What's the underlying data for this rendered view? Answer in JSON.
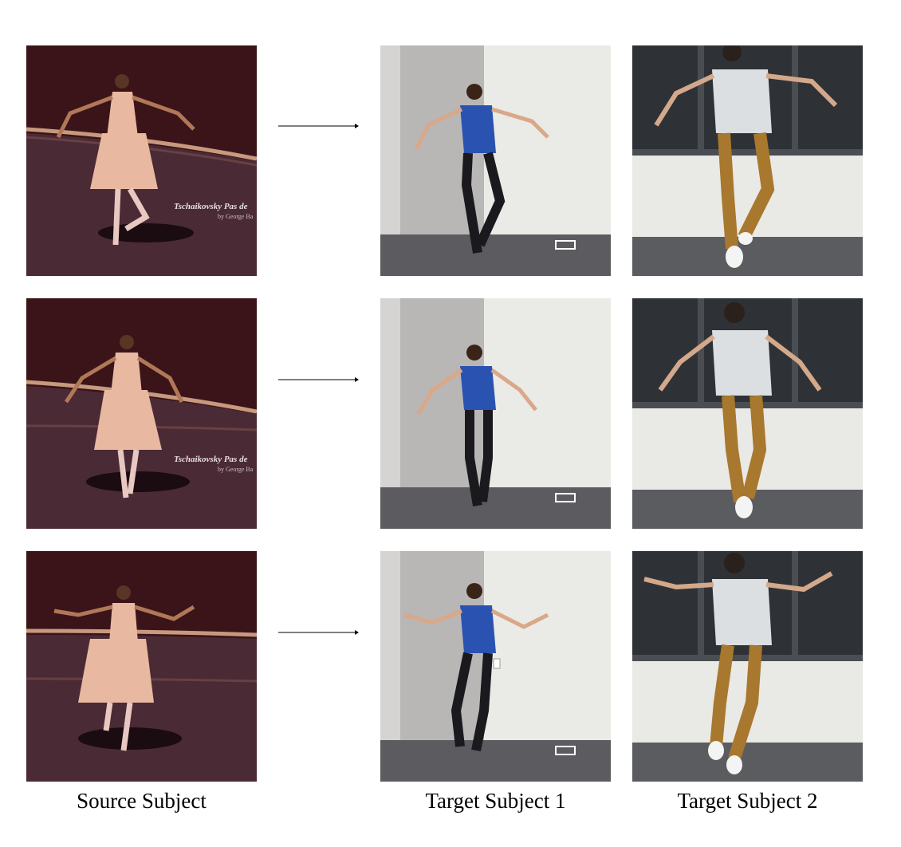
{
  "figure": {
    "captions": {
      "source": "Source Subject",
      "target1": "Target Subject 1",
      "target2": "Target Subject 2"
    },
    "overlay_text": {
      "title": "Tschaikovsky Pas de",
      "credit": "by George Ba"
    },
    "rows": 3,
    "columns": [
      "source",
      "target1",
      "target2"
    ],
    "colors": {
      "stage_dark": "#3a1418",
      "stage_floor": "#5a3a46",
      "dress": "#e8b9a0",
      "shirt_blue": "#2a52b0",
      "pants_black": "#1a1a1e",
      "shirt_white": "#dcdfe2",
      "pants_khaki": "#a8782e",
      "wall_white": "#eaeae6",
      "door_grey": "#b9b6b6",
      "carpet": "#5c5c60"
    }
  }
}
